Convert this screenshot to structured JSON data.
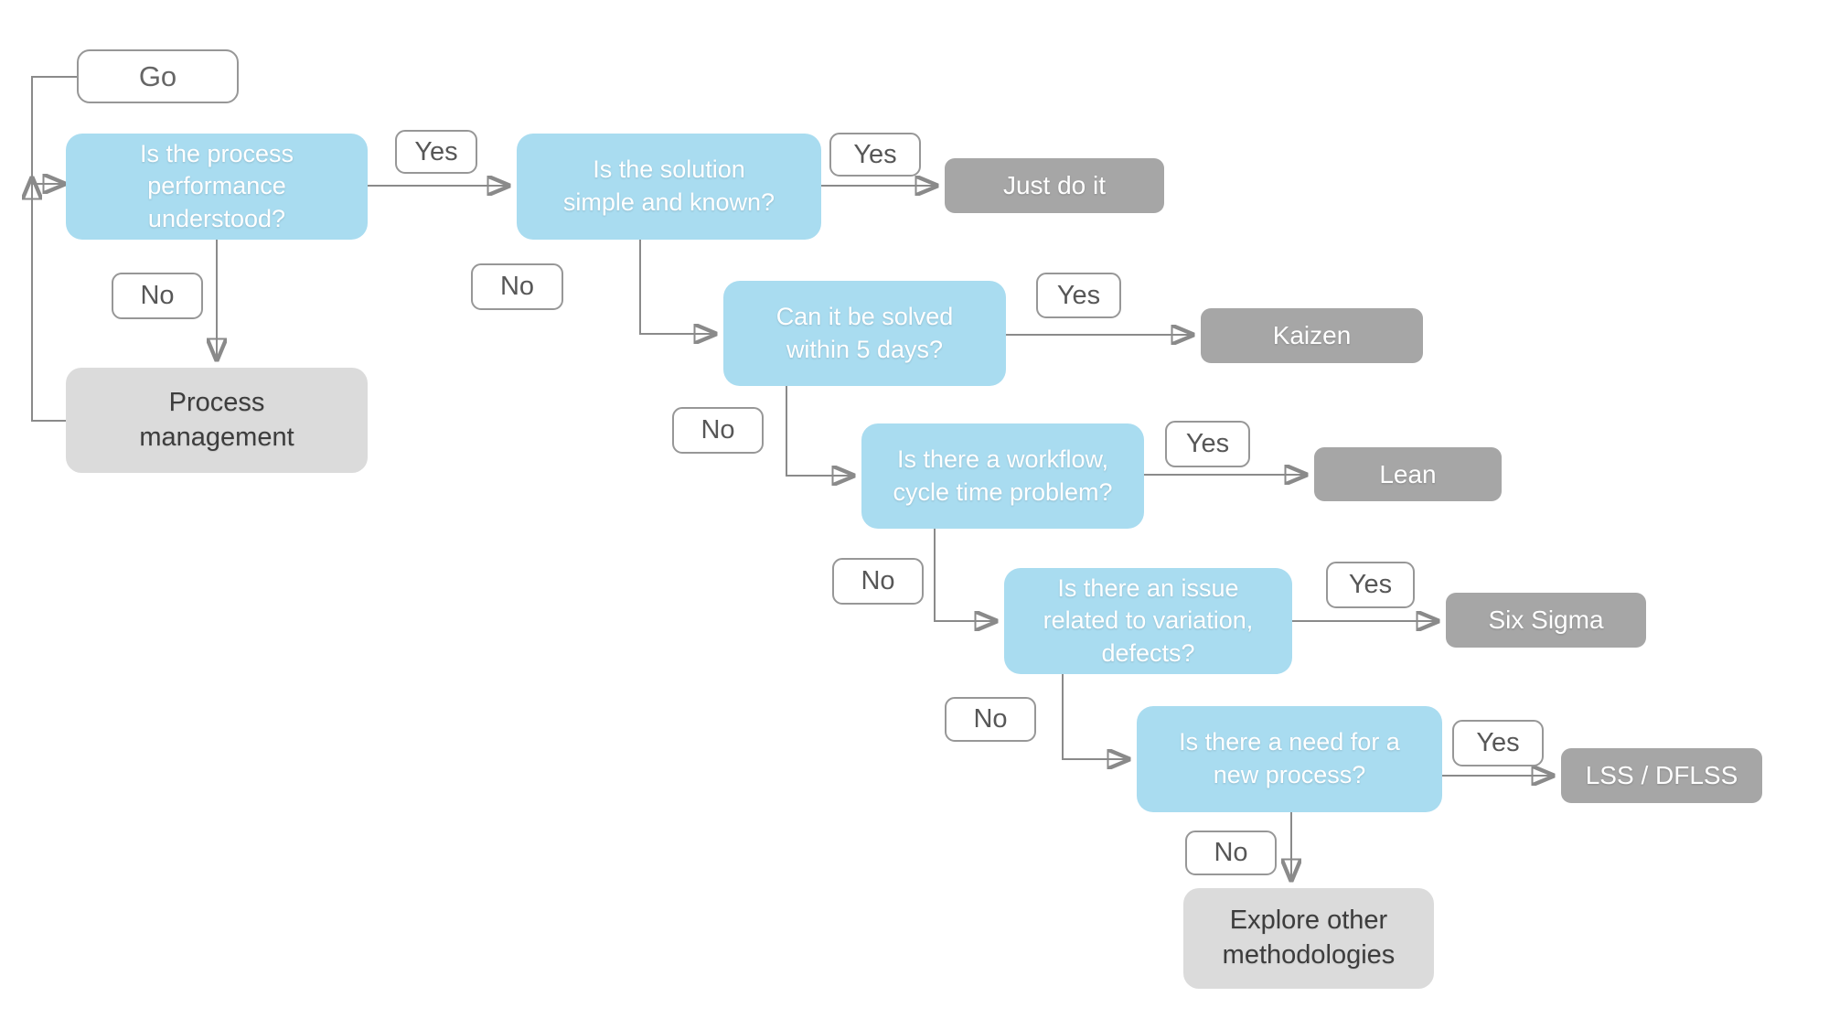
{
  "diagram": {
    "type": "flowchart",
    "colors": {
      "background": "#ffffff",
      "question_fill": "#a9dcf0",
      "question_text": "#ffffff",
      "result_fill": "#a6a6a6",
      "result_text": "#ffffff",
      "terminal_fill": "#dbdbdb",
      "terminal_text": "#3d3d3d",
      "label_border": "#979797",
      "label_text": "#575757",
      "connector": "#8a8a8a"
    },
    "nodes": {
      "go": {
        "label": "Go",
        "type": "start"
      },
      "q1": {
        "label": "Is the process\nperformance\nunderstood?",
        "type": "question"
      },
      "q2": {
        "label": "Is the solution\nsimple and known?",
        "type": "question"
      },
      "q3": {
        "label": "Can it be solved\nwithin 5 days?",
        "type": "question"
      },
      "q4": {
        "label": "Is there a workflow,\ncycle time problem?",
        "type": "question"
      },
      "q5": {
        "label": "Is there an issue\nrelated to variation,\ndefects?",
        "type": "question"
      },
      "q6": {
        "label": "Is there a need for a\nnew process?",
        "type": "question"
      },
      "process_management": {
        "label": "Process\nmanagement",
        "type": "terminal"
      },
      "explore_other": {
        "label": "Explore other\nmethodologies",
        "type": "terminal"
      },
      "just_do_it": {
        "label": "Just do it",
        "type": "result"
      },
      "kaizen": {
        "label": "Kaizen",
        "type": "result"
      },
      "lean": {
        "label": "Lean",
        "type": "result"
      },
      "six_sigma": {
        "label": "Six Sigma",
        "type": "result"
      },
      "lss_dflss": {
        "label": "LSS / DFLSS",
        "type": "result"
      },
      "yes1": {
        "label": "Yes"
      },
      "yes2": {
        "label": "Yes"
      },
      "yes3": {
        "label": "Yes"
      },
      "yes4": {
        "label": "Yes"
      },
      "yes5": {
        "label": "Yes"
      },
      "yes6": {
        "label": "Yes"
      },
      "no1": {
        "label": "No"
      },
      "no2": {
        "label": "No"
      },
      "no3": {
        "label": "No"
      },
      "no4": {
        "label": "No"
      },
      "no5": {
        "label": "No"
      },
      "no6": {
        "label": "No"
      }
    },
    "edges": [
      {
        "from": "go",
        "to": "q1"
      },
      {
        "from": "process_management",
        "to": "q1",
        "note": "loop back"
      },
      {
        "from": "q1",
        "to": "q2",
        "answer": "Yes"
      },
      {
        "from": "q1",
        "to": "process_management",
        "answer": "No"
      },
      {
        "from": "q2",
        "to": "just_do_it",
        "answer": "Yes"
      },
      {
        "from": "q2",
        "to": "q3",
        "answer": "No"
      },
      {
        "from": "q3",
        "to": "kaizen",
        "answer": "Yes"
      },
      {
        "from": "q3",
        "to": "q4",
        "answer": "No"
      },
      {
        "from": "q4",
        "to": "lean",
        "answer": "Yes"
      },
      {
        "from": "q4",
        "to": "q5",
        "answer": "No"
      },
      {
        "from": "q5",
        "to": "six_sigma",
        "answer": "Yes"
      },
      {
        "from": "q5",
        "to": "q6",
        "answer": "No"
      },
      {
        "from": "q6",
        "to": "lss_dflss",
        "answer": "Yes"
      },
      {
        "from": "q6",
        "to": "explore_other",
        "answer": "No"
      }
    ]
  }
}
